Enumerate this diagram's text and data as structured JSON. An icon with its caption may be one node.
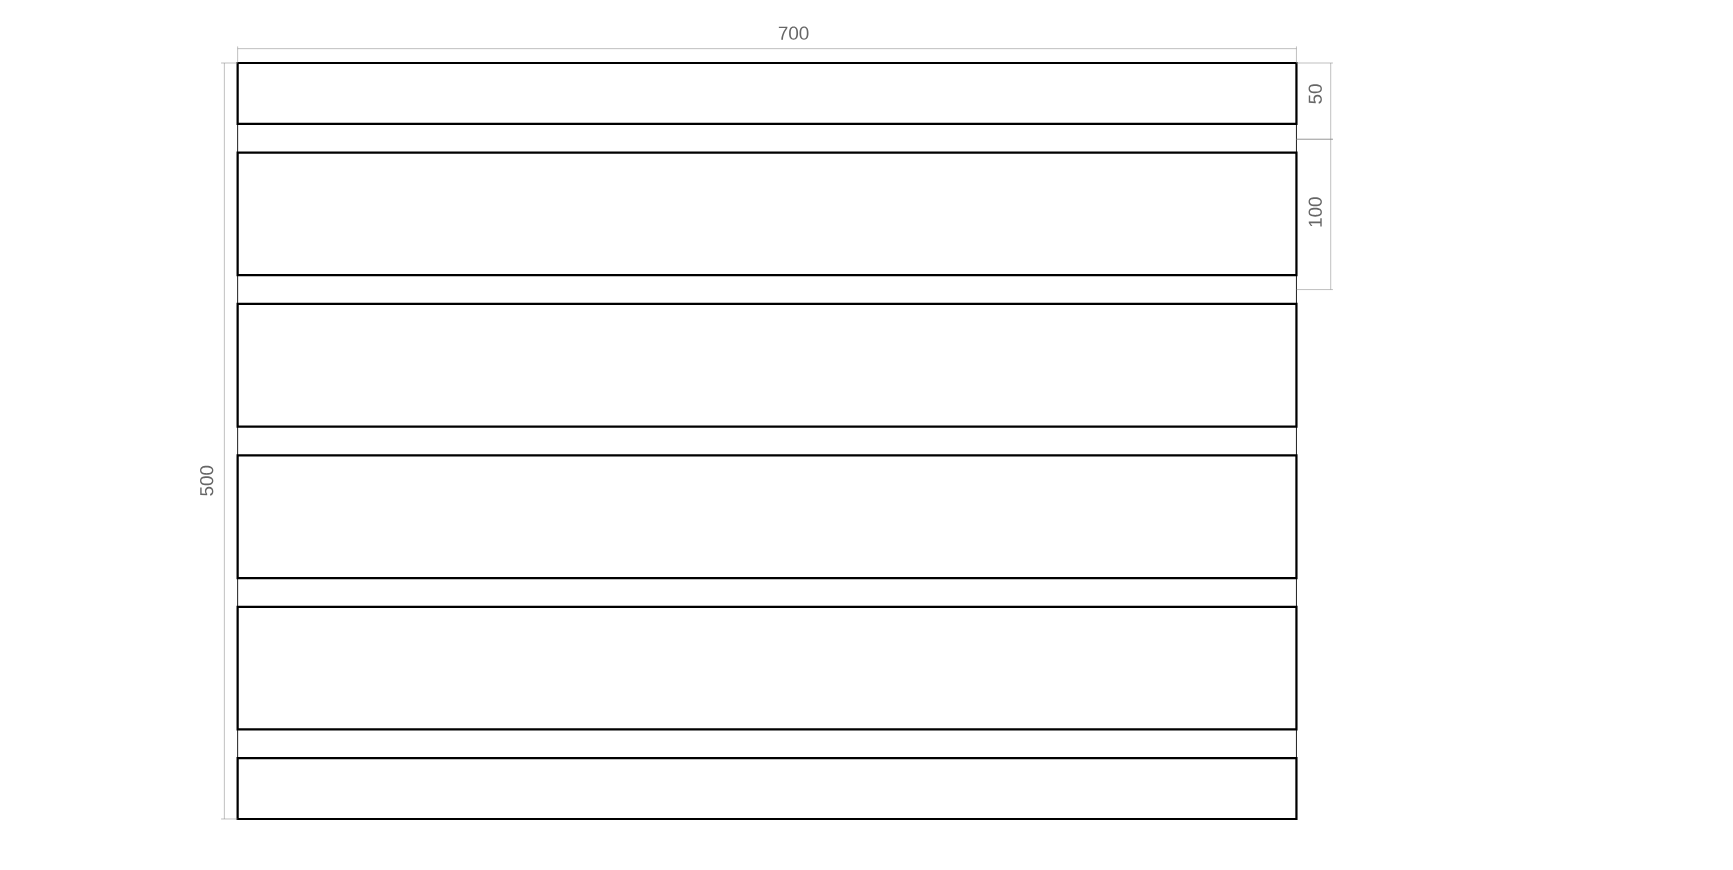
{
  "diagram": {
    "labels": [
      "700",
      "50",
      "100",
      "500"
    ]
  }
}
